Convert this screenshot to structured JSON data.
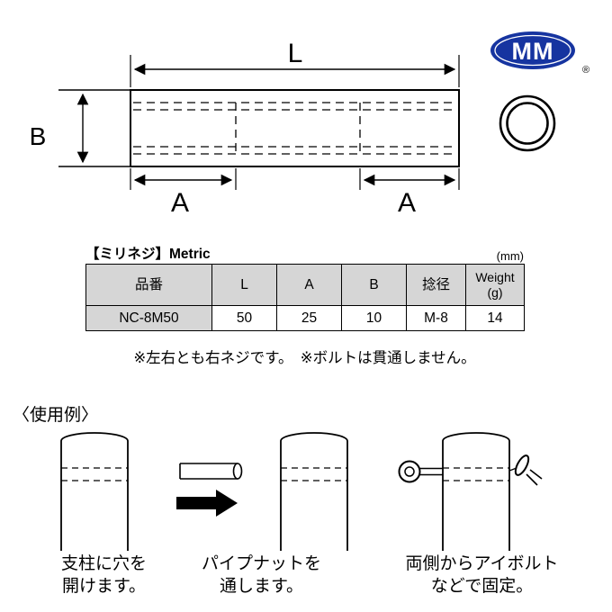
{
  "colors": {
    "logo_blue": "#1634a0",
    "table_header_bg": "#d6d6d6"
  },
  "diagram": {
    "dim_L": "L",
    "dim_A": "A",
    "dim_B": "B",
    "logo_text": "MM",
    "registered_mark": "®"
  },
  "table": {
    "title": "【ミリネジ】Metric",
    "unit": "(mm)",
    "headers": [
      "品番",
      "L",
      "A",
      "B",
      "捻径",
      "Weight\n(g)"
    ],
    "row": [
      "NC-8M50",
      "50",
      "25",
      "10",
      "M-8",
      "14"
    ]
  },
  "notes": {
    "text": "※左右とも右ネジです。　※ボルトは貫通しません。"
  },
  "usage": {
    "title": "〈使用例〉",
    "captions": [
      "支柱に穴を\n開けます。",
      "パイプナットを\n通します。",
      "両側からアイボルト\nなどで固定。"
    ]
  }
}
